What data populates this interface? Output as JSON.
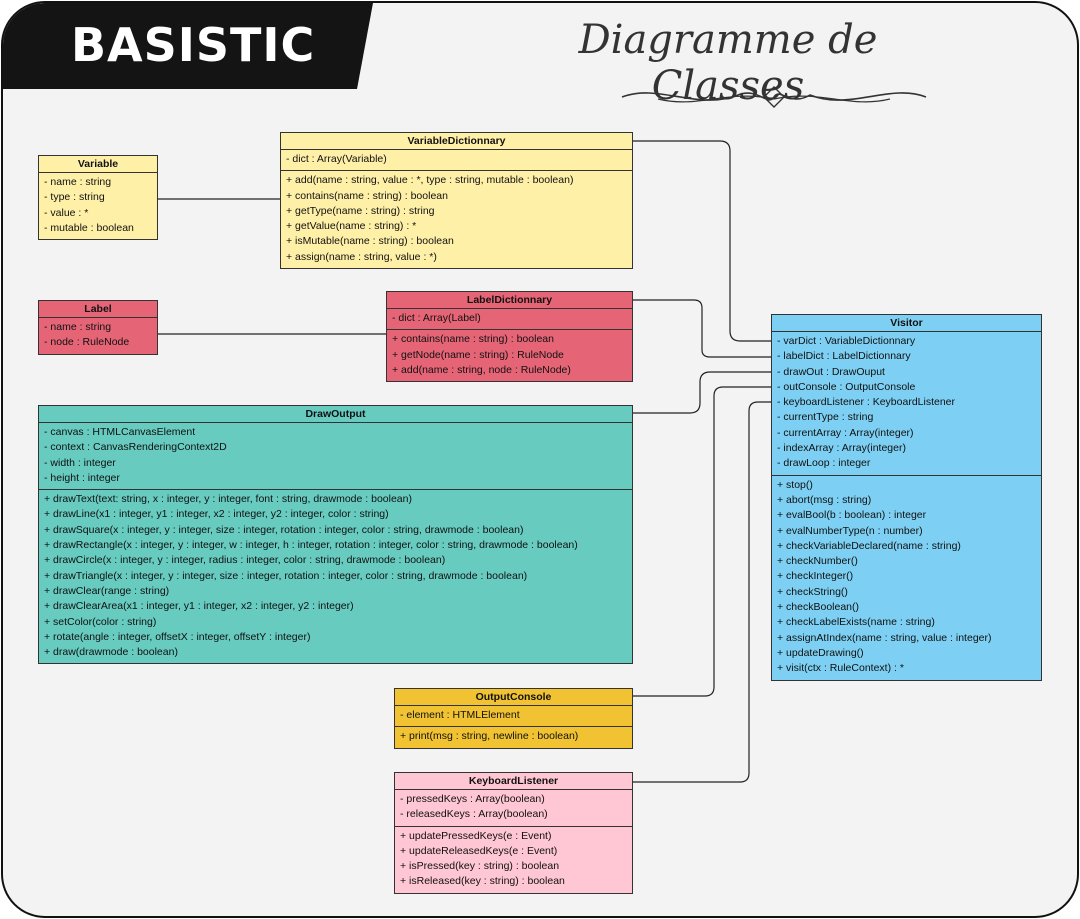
{
  "brand": "BASISTIC",
  "title": "Diagramme de Classes",
  "classes": {
    "variable": {
      "name": "Variable",
      "attributes": [
        "- name : string",
        "- type : string",
        "- value : *",
        "- mutable : boolean"
      ]
    },
    "variable_dictionnary": {
      "name": "VariableDictionnary",
      "attributes": [
        "- dict : Array(Variable)"
      ],
      "methods": [
        "+ add(name : string, value : *, type : string, mutable : boolean)",
        "+ contains(name : string) : boolean",
        "+ getType(name : string) : string",
        "+ getValue(name : string) : *",
        "+ isMutable(name : string) : boolean",
        "+ assign(name : string, value : *)"
      ]
    },
    "label": {
      "name": "Label",
      "attributes": [
        "- name : string",
        "- node : RuleNode"
      ]
    },
    "label_dictionnary": {
      "name": "LabelDictionnary",
      "attributes": [
        "- dict : Array(Label)"
      ],
      "methods": [
        "+ contains(name : string) : boolean",
        "+ getNode(name : string) : RuleNode",
        "+ add(name : string, node : RuleNode)"
      ]
    },
    "draw_output": {
      "name": "DrawOutput",
      "attributes": [
        "- canvas : HTMLCanvasElement",
        "- context : CanvasRenderingContext2D",
        "- width : integer",
        "- height : integer"
      ],
      "methods": [
        "+ drawText(text: string, x : integer, y : integer, font : string, drawmode : boolean)",
        "+ drawLine(x1 : integer, y1 : integer, x2 : integer, y2 : integer, color : string)",
        "+ drawSquare(x : integer, y : integer, size : integer, rotation : integer, color : string, drawmode : boolean)",
        "+ drawRectangle(x : integer, y : integer, w : integer, h : integer, rotation : integer, color : string, drawmode : boolean)",
        "+ drawCircle(x : integer, y : integer, radius : integer, color : string, drawmode : boolean)",
        "+ drawTriangle(x : integer, y : integer, size : integer, rotation : integer, color : string, drawmode : boolean)",
        "+ drawClear(range : string)",
        "+ drawClearArea(x1 : integer, y1 : integer, x2 : integer, y2 : integer)",
        "+ setColor(color : string)",
        "+ rotate(angle : integer, offsetX : integer, offsetY : integer)",
        "+ draw(drawmode : boolean)"
      ]
    },
    "output_console": {
      "name": "OutputConsole",
      "attributes": [
        "- element : HTMLElement"
      ],
      "methods": [
        "+ print(msg : string, newline : boolean)"
      ]
    },
    "keyboard_listener": {
      "name": "KeyboardListener",
      "attributes": [
        "- pressedKeys : Array(boolean)",
        "- releasedKeys : Array(boolean)"
      ],
      "methods": [
        "+ updatePressedKeys(e : Event)",
        "+ updateReleasedKeys(e : Event)",
        "+ isPressed(key : string) : boolean",
        "+ isReleased(key : string) : boolean"
      ]
    },
    "visitor": {
      "name": "Visitor",
      "attributes": [
        "- varDict : VariableDictionnary",
        "- labelDict : LabelDictionnary",
        "- drawOut : DrawOuput",
        "- outConsole : OutputConsole",
        "- keyboardListener : KeyboardListener",
        "- currentType : string",
        "- currentArray : Array(integer)",
        "- indexArray : Array(integer)",
        "- drawLoop : integer"
      ],
      "methods": [
        "+ stop()",
        "+ abort(msg : string)",
        "+ evalBool(b : boolean) : integer",
        "+ evalNumberType(n : number)",
        "+ checkVariableDeclared(name : string)",
        "+ checkNumber()",
        "+ checkInteger()",
        "+ checkString()",
        "+ checkBoolean()",
        "+ checkLabelExists(name : string)",
        "+ assignAtIndex(name : string, value : integer)",
        "+ updateDrawing()",
        "+ visit(ctx : RuleContext) : *"
      ]
    }
  },
  "colors": {
    "variable": "#fff0a8",
    "label": "#e56577",
    "draw_output": "#67cbc0",
    "visitor": "#7dd0f3",
    "output_console": "#f1c232",
    "keyboard_listener": "#ffc6d3"
  }
}
